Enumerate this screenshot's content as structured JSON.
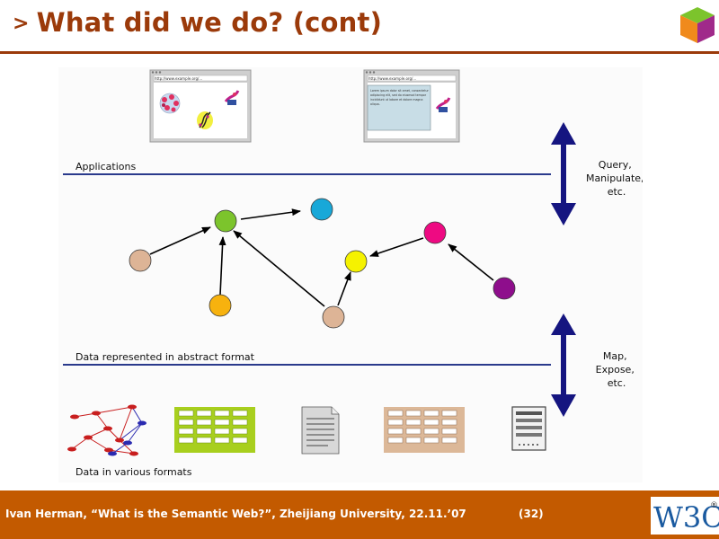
{
  "slide": {
    "title_marker": ">",
    "title": "What did we do? (cont)"
  },
  "diagram": {
    "layers": {
      "applications": "Applications",
      "abstract": "Data represented in abstract format",
      "formats": "Data in various formats"
    },
    "arrows": {
      "top": [
        "Query,",
        "Manipulate,",
        "etc."
      ],
      "bottom": [
        "Map,",
        "Expose,",
        "etc."
      ]
    },
    "browser_windows": {
      "left_url": "http://www.example.org/...",
      "right_url": "http://www.example.org/...",
      "right_text": [
        "Lorem ipsum dolor sit amet, consectetur",
        "adipiscing elit, sed do eiusmod tempor",
        "incididunt ut labore et dolore magna",
        "aliqua."
      ]
    },
    "node_colors": {
      "peach": "#ddb496",
      "green": "#7cc42c",
      "cyan": "#18a8d8",
      "orange": "#f7b20e",
      "yellow": "#f5f200",
      "magenta": "#ee0a82",
      "purple": "#8e0e8c"
    },
    "line_color": "#2a3a8c",
    "arrow_color": "#151580"
  },
  "footer": {
    "citation": "Ivan Herman, “What is the Semantic Web?”, Zheijiang University,  22.11.’07",
    "page": "(32)",
    "logo_text": "W3C",
    "logo_mark": "®"
  },
  "theme": {
    "accent": "#9b3a0a",
    "footer_bg": "#c35a00"
  }
}
